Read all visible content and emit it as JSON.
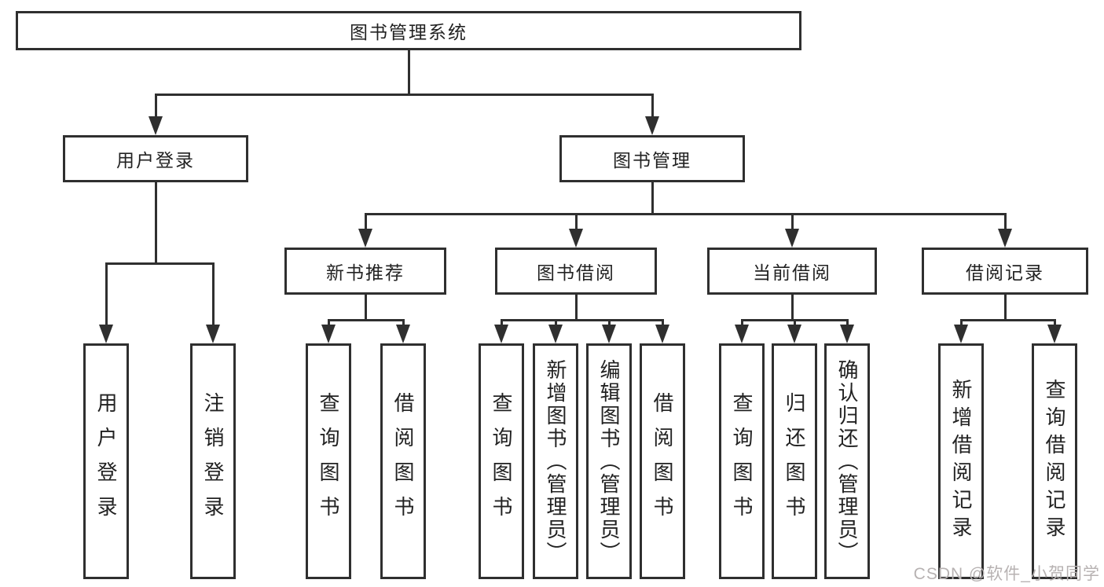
{
  "diagram": {
    "title": "图书管理系统",
    "root": {
      "label": "图书管理系统"
    },
    "level2": [
      {
        "id": "user-login",
        "label": "用户登录"
      },
      {
        "id": "book-management",
        "label": "图书管理"
      }
    ],
    "level3": [
      {
        "id": "new-book-recommend",
        "label": "新书推荐"
      },
      {
        "id": "book-borrowing",
        "label": "图书借阅"
      },
      {
        "id": "current-borrowing",
        "label": "当前借阅"
      },
      {
        "id": "borrowing-records",
        "label": "借阅记录"
      }
    ],
    "leaves": {
      "user_login": [
        "用户登录",
        "注销登录"
      ],
      "new_book_recommend": [
        "查询图书",
        "借阅图书"
      ],
      "book_borrowing": [
        "查询图书",
        "新增图书（管理员）",
        "编辑图书（管理员）",
        "借阅图书"
      ],
      "current_borrowing": [
        "查询图书",
        "归还图书",
        "确认归还（管理员）"
      ],
      "borrowing_records": [
        "新增借阅记录",
        "查询借阅记录"
      ]
    }
  },
  "watermark": {
    "text": "CSDN @软件_小贺同学"
  },
  "colors": {
    "line": "#2f2f2f",
    "text": "#222222",
    "background": "#ffffff",
    "watermark": "#b7b2b2"
  }
}
